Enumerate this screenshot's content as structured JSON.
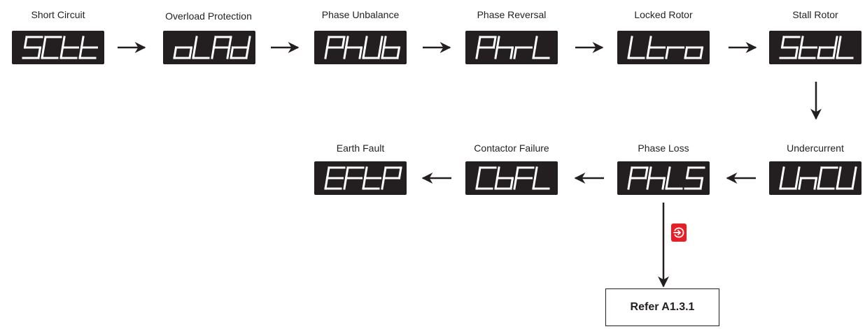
{
  "steps": [
    {
      "label": "Short Circuit",
      "code": "SCtt"
    },
    {
      "label": "Overload Protection",
      "code": "oLAd"
    },
    {
      "label": "Phase Unbalance",
      "code": "PhUb"
    },
    {
      "label": "Phase Reversal",
      "code": "PhrL"
    },
    {
      "label": "Locked Rotor",
      "code": "Ltro"
    },
    {
      "label": "Stall Rotor",
      "code": "StdL"
    },
    {
      "label": "Undercurrent",
      "code": "UnCU"
    },
    {
      "label": "Phase Loss",
      "code": "PhLS"
    },
    {
      "label": "Contactor Failure",
      "code": "CbFL"
    },
    {
      "label": "Earth Fault",
      "code": "EFtP"
    }
  ],
  "exit_icon": "exit-door-icon",
  "refer": {
    "label": "Refer A1.3.1"
  },
  "colors": {
    "display_bg": "#231f20",
    "segment": "#ffffff",
    "arrow": "#231f20",
    "exit_badge": "#ec1c24"
  }
}
